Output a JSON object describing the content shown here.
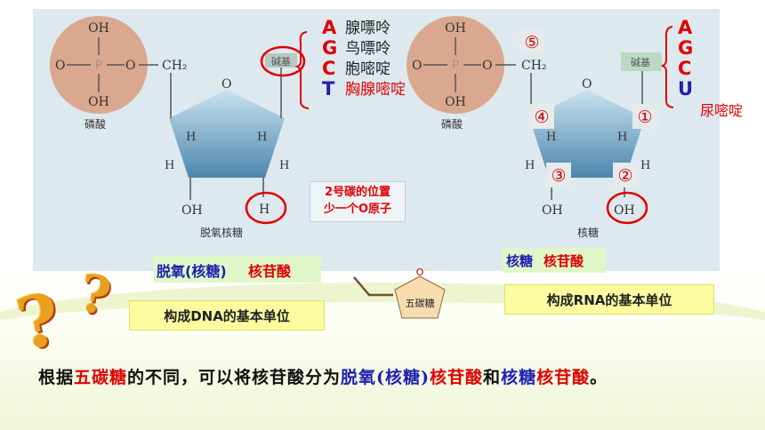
{
  "dna": {
    "phosphate_label": "磷酸",
    "sugar_label": "脱氧核糖",
    "base_box": "碱基",
    "c5_label": "CH₂",
    "o_label": "O",
    "oh_label": "OH",
    "h_label": "H",
    "p_label": "P",
    "bases": [
      "A",
      "G",
      "C",
      "T"
    ],
    "base_names": [
      "腺嘌呤",
      "鸟嘌呤",
      "胞嘧啶",
      "胸腺嘧啶"
    ],
    "note": [
      "2号碳的位置",
      "少一个O原子"
    ],
    "nucleotide_parts": [
      "脱氧(核糖)",
      "核苷酸"
    ],
    "unit": "构成DNA的基本单位"
  },
  "rna": {
    "phosphate_label": "磷酸",
    "sugar_label": "核糖",
    "base_box": "碱基",
    "numbers": [
      "⑤",
      "④",
      "③",
      "②",
      "①"
    ],
    "bases": [
      "A",
      "G",
      "C",
      "U"
    ],
    "u_name": "尿嘧啶",
    "nucleotide_parts": [
      "核糖",
      "核苷酸"
    ],
    "unit": "构成RNA的基本单位"
  },
  "pentose": {
    "label": "五碳糖",
    "o": "O"
  },
  "bottom": {
    "parts": [
      "根据",
      "五碳糖",
      "的不同，可以将核苷酸分为",
      "脱氧(核糖)",
      "核苷酸",
      "和",
      "核糖",
      "核苷酸",
      "。"
    ]
  },
  "colors": {
    "red": "#e00000",
    "blue": "#2020b0",
    "phosphate": "#d9a88e",
    "sugar": "#5b93b8"
  }
}
